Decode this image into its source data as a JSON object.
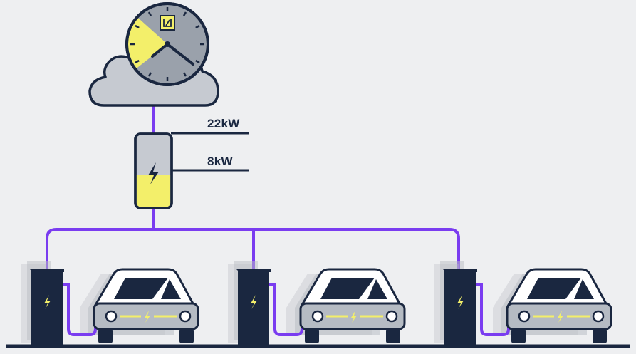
{
  "diagram": {
    "colors": {
      "background": "#eeeff1",
      "outline": "#1a2740",
      "cable": "#7a3cf0",
      "charge": "#f3ef6a",
      "cloud": "#c6cad1",
      "clock_face": "#9aa1ab",
      "car_body": "#ffffff",
      "car_grille": "#b5bbc3",
      "ghost": "#b9bdc4"
    },
    "cloud_clock": {
      "icon": "cloud-icon",
      "clock_icon": "clock-icon",
      "logo_icon": "brand-logo-icon"
    },
    "battery": {
      "icon": "battery-icon",
      "charge_level": 0.45
    },
    "power_levels": [
      {
        "label": "22kW"
      },
      {
        "label": "8kW"
      }
    ],
    "stations": [
      {
        "charger_icon": "charger-icon",
        "car_icon": "electric-car-icon"
      },
      {
        "charger_icon": "charger-icon",
        "car_icon": "electric-car-icon"
      },
      {
        "charger_icon": "charger-icon",
        "car_icon": "electric-car-icon"
      }
    ]
  }
}
